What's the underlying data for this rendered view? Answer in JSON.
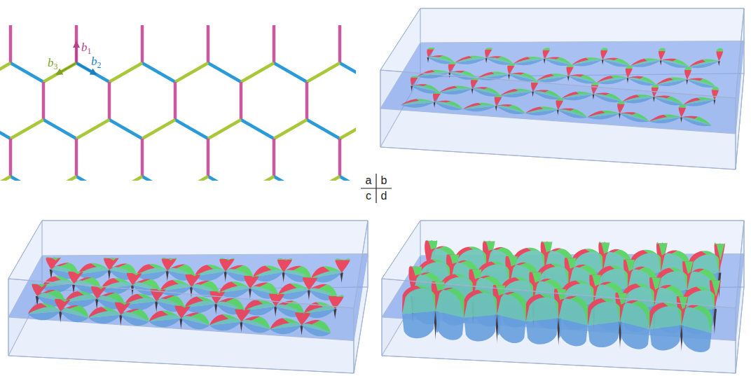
{
  "diagram": {
    "labels": [
      "b1",
      "b2",
      "b3",
      "a",
      "b",
      "c",
      "d"
    ]
  }
}
